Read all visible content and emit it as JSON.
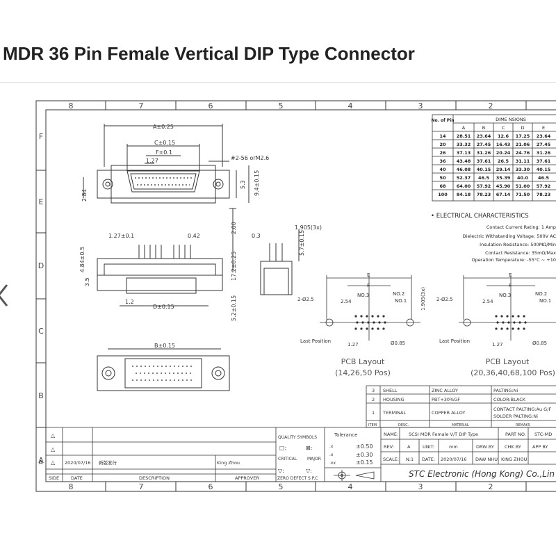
{
  "page": {
    "title": "MDR 36 Pin Female Vertical DIP Type Connector",
    "prev_icon": "chevron-left-icon"
  },
  "drawing": {
    "border_cols": [
      "8",
      "7",
      "6",
      "5",
      "4",
      "3",
      "2"
    ],
    "bottom_cols": [
      "8",
      "7",
      "6",
      "5",
      "4",
      "3",
      "2"
    ],
    "border_rows": [
      "F",
      "E",
      "D",
      "C",
      "B",
      "A"
    ],
    "dims": {
      "a": "A±0.25",
      "c": "C±0.15",
      "f": "F±0.1",
      "p127": "1.27",
      "screw": "#2-56 orM2.6",
      "d53": "5.3",
      "d94": "9.4±0.15",
      "d284": "2.84",
      "d200": "2.00",
      "d127": "1.27±0.1",
      "d042": "0.42",
      "d172": "17.2±0.25",
      "d484": "4.84±0.5",
      "d35": "3.5",
      "d12": "1.2",
      "d_d": "D±0.15",
      "d03": "0.3",
      "d1905": "1.905(3x)",
      "d57": "5.7±0.15",
      "d52": "5.2±0.15",
      "b": "B±0.15"
    },
    "table": {
      "corner": "No. of Pin",
      "group": "DIME NSIONS",
      "cols": [
        "A",
        "B",
        "C",
        "D",
        "E"
      ],
      "rows": [
        [
          "14",
          "28.51",
          "23.64",
          "12.6",
          "17.25",
          "23.64"
        ],
        [
          "20",
          "33.32",
          "27.45",
          "16.43",
          "21.06",
          "27.45"
        ],
        [
          "26",
          "37.13",
          "31.26",
          "20.24",
          "24.76",
          "31.26"
        ],
        [
          "36",
          "43.48",
          "37.61",
          "26.5",
          "31.11",
          "37.61"
        ],
        [
          "40",
          "46.08",
          "40.15",
          "29.14",
          "33.30",
          "40.15"
        ],
        [
          "50",
          "52.37",
          "46.5",
          "35.39",
          "40.0",
          "46.5"
        ],
        [
          "68",
          "64.00",
          "57.92",
          "45.90",
          "51.00",
          "57.92"
        ],
        [
          "100",
          "84.18",
          "78.23",
          "67.14",
          "71.50",
          "78.23"
        ]
      ]
    },
    "elec": {
      "title": "• ELECTRICAL  CHARACTERISTICS",
      "lines": [
        "Contact Current Rating: 1 Amp",
        "Dielectric Withstanding Voltage: 500V AC",
        "Insulation Resistance: 500MΩ/Min",
        "Contact Resistance: 35mΩ/Max",
        "Operation Temperature: -55°C ~ +10"
      ]
    },
    "pcb1": {
      "e": "E",
      "f": "F",
      "no3": "NO.3",
      "no2": "NO.2",
      "no1": "NO.1",
      "hole": "2-Ø2.5",
      "p254": "2.54",
      "v1905": "1.905(3x)",
      "last": "Last Position",
      "p127": "1.27",
      "d085": "Ø0.85",
      "title": "PCB Layout",
      "sub": "(14,26,50 Pos)"
    },
    "pcb2": {
      "e": "E",
      "f": "F",
      "no3": "NO.3",
      "no2": "NO.2",
      "no1": "NO.1",
      "hole": "2-Ø2.5",
      "p254": "2.54",
      "last": "Last Position",
      "p127": "1.27",
      "d085": "Ø0.85",
      "title": "PCB Layout",
      "sub": "(20,36,40,68,100 Pos)"
    },
    "bom": {
      "rows": [
        [
          "3",
          "SHELL",
          "ZINC ALLOY",
          "PALTING:Ni"
        ],
        [
          "2",
          "HOUSING",
          "PBT+30%GF",
          "COLOR:BLACK"
        ],
        [
          "1",
          "TERMINAL",
          "COPPER ALLOY",
          "CONTACT PALTING:Au G/F",
          "SOLDER PALTING:Ni"
        ]
      ],
      "headers": [
        "ITEM",
        "DESC.",
        "MATERIAL",
        "REMAKS"
      ]
    },
    "revision": {
      "tri": "△",
      "a_row": [
        "A",
        "2020/07/16",
        "新版发行",
        "King Zhou"
      ],
      "headers": [
        "SIDE",
        "DATE",
        "DESCRIPTION",
        "APPROVER"
      ]
    },
    "quality": {
      "title": "QUALITY SYMBOLS",
      "sym1": "□:",
      "sym2": "⊠:",
      "critical": "CRITICAL",
      "major": "MAJOR",
      "zero": "ZERO DEFECT",
      "spc": "S.P.C"
    },
    "tolerance": {
      "title": "Tolerance",
      "rows": [
        [
          ".x",
          "±0.50"
        ],
        [
          ".x",
          "±0.30"
        ],
        [
          ".xx",
          "±0.15"
        ]
      ]
    },
    "titleblock": {
      "name_l": "NAME:",
      "name": "SCSI MDR Female V/T DIP Type",
      "part_l": "PART NO.",
      "part": "STC-MD",
      "rev_l": "REV:",
      "rev": "A",
      "unit_l": "UNIT:",
      "unit": "mm",
      "drw": "DRW BY",
      "chk": "CHK BY",
      "app": "APP BY",
      "scale_l": "SCALE:",
      "scale": "N:1",
      "date_l": "DATE:",
      "date": "2020/07/16",
      "daw": "DAW NHU",
      "king": "KING ZHOU",
      "company": "STC Electronic (Hong Kong) Co.,Lin"
    }
  }
}
